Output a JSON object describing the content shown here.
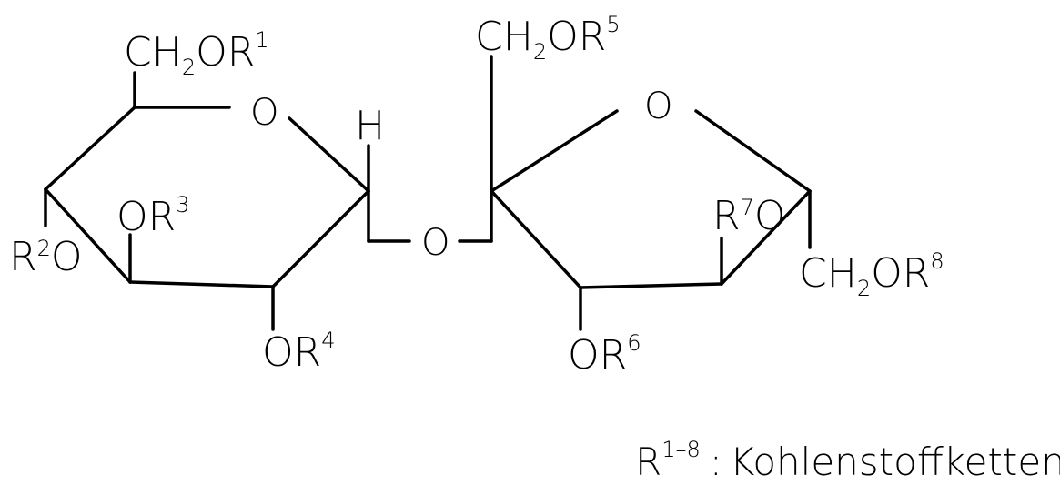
{
  "molecule": {
    "glucose": {
      "c6_group": {
        "main": "CH",
        "sub": "2",
        "tail": "OR",
        "sup": "1"
      },
      "ring_oxygen": "O",
      "anomeric_h": "H",
      "c2_left": {
        "r": "R",
        "sup": "2",
        "o": "O"
      },
      "c3_group": {
        "main": "OR",
        "sup": "3"
      },
      "c4_group": {
        "main": "OR",
        "sup": "4"
      }
    },
    "bridge_oxygen": "O",
    "fructose": {
      "c1_group": {
        "main": "CH",
        "sub": "2",
        "tail": "OR",
        "sup": "5"
      },
      "ring_oxygen": "O",
      "c3_group": {
        "main": "OR",
        "sup": "6"
      },
      "c4_group": {
        "r": "R",
        "sup": "7",
        "o": "O"
      },
      "c6_group": {
        "main": "CH",
        "sub": "2",
        "tail": "OR",
        "sup": "8"
      }
    }
  },
  "legend": {
    "r": "R",
    "sup": "1–8",
    "colon": ":",
    "text": "Kohlenstoffketten"
  }
}
